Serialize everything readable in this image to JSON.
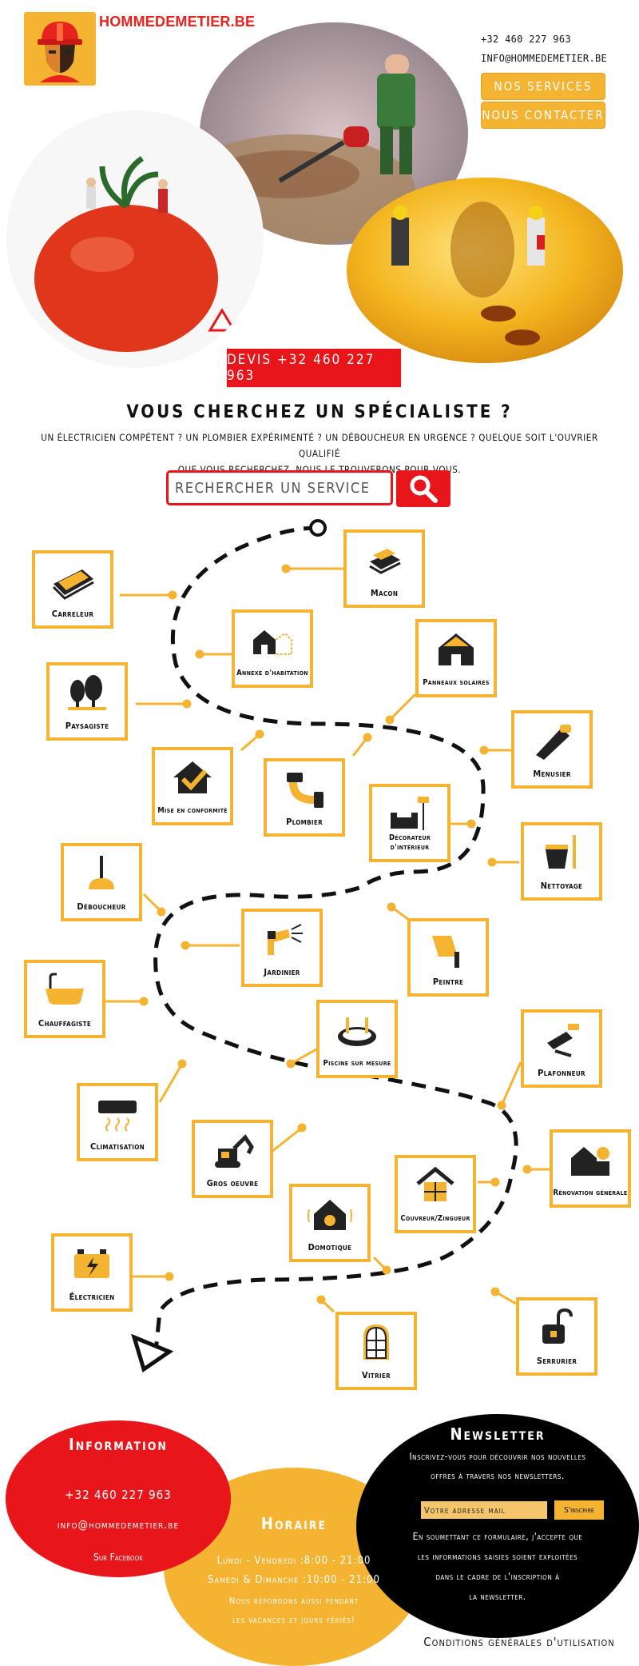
{
  "header": {
    "brand": "HOMMEDEMETIER.BE",
    "phone": "+32 460 227 963",
    "email": "INFO@HOMMEDEMETIER.BE",
    "btn_services": "NOS SERVICES",
    "btn_contact": "NOUS CONTACTER",
    "devis": "DEVIS +32 460 227 963"
  },
  "intro": {
    "title": "VOUS CHERCHEZ UN SPÉCIALISTE ?",
    "line1": "UN ÉLECTRICIEN COMPÉTENT ? UN PLOMBIER EXPÉRIMENTÉ ? UN DÉBOUCHEUR EN URGENCE ? QUELQUE SOIT L'OUVRIER QUALIFIÉ",
    "line2": "QUE VOUS RECHERCHEZ, NOUS LE TROUVERONS POUR VOUS."
  },
  "search": {
    "placeholder": "RECHERCHER UN SERVICE"
  },
  "services": {
    "carreleur": "Carreleur",
    "macon": "Macon",
    "annexe": "Annexe d'habitation",
    "panneaux": "Panneaux solaires",
    "paysagiste": "Paysagiste",
    "menusier": "Menusier",
    "mise": "Mise en conformité",
    "plombier": "Plombier",
    "decorateur": "Décorateur d'intérieur",
    "nettoyage": "Nettoyage",
    "deboucheur": "Déboucheur",
    "jardinier": "Jardinier",
    "peintre": "Peintre",
    "chauffagiste": "Chauffagiste",
    "piscine": "Piscine sur mesure",
    "plafonneur": "Plafonneur",
    "climatisation": "Climatisation",
    "gros": "Gros oeuvre",
    "renovation": "Rénovation générale",
    "couvreur": "Couvreur/Zingueur",
    "domotique": "Domotique",
    "electricien": "Électricien",
    "vitrier": "Vitrier",
    "serrurier": "Serrurier"
  },
  "footer": {
    "info_title": "Information",
    "info_phone": "+32 460 227 963",
    "info_email": "info@hommedemetier.be",
    "info_fb": "Sur Facebook",
    "hor_title": "Horaire",
    "hor_1": "Lundi - Vendredi :8:00 - 21:00",
    "hor_2": "Samedi & Dimanche :10:00 - 21:00",
    "hor_3": "Nous répondons aussi pendant",
    "hor_4": "les vacances et jours fériés!",
    "news_title": "Newsletter",
    "news_1": "Inscrivez-vous pour découvrir nos nouvelles",
    "news_2": "offres à travers nos newsletters.",
    "news_placeholder": "Votre adresse mail",
    "news_btn": "S'inscrire",
    "news_3": "En soumettant ce formulaire, j'accepte que",
    "news_4": "les informations saisies soient exploitées",
    "news_5": "dans le cadre de l'inscription à",
    "news_6": "la newsletter.",
    "cgu": "Conditions générales d'utilisation"
  },
  "colors": {
    "accent": "#f5b332",
    "red": "#e8151b",
    "dark": "#000000"
  }
}
